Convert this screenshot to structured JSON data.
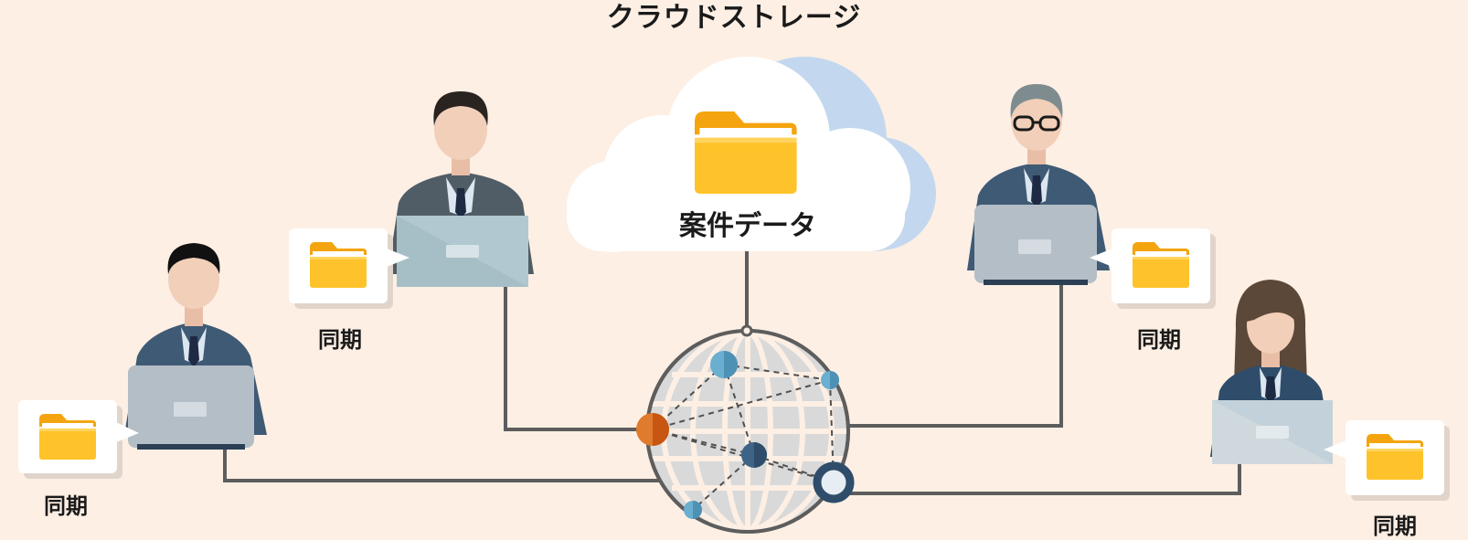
{
  "title": "クラウドストレージ",
  "cloud": {
    "label": "案件データ",
    "folder_icon": "folder-icon"
  },
  "sync_labels": [
    "同期",
    "同期",
    "同期",
    "同期"
  ],
  "colors": {
    "background": "#fdefe4",
    "folder": "#fec32a",
    "folder_tab": "#f4a40e",
    "cloud_shadow": "#c3d8ee",
    "suit": "#3f5a75",
    "laptop": "#b4bec6",
    "connector": "#5d5d5d",
    "hub_orange": "#d7641f",
    "hub_blue": "#6aaed0",
    "hub_navy": "#2f4d6b"
  }
}
